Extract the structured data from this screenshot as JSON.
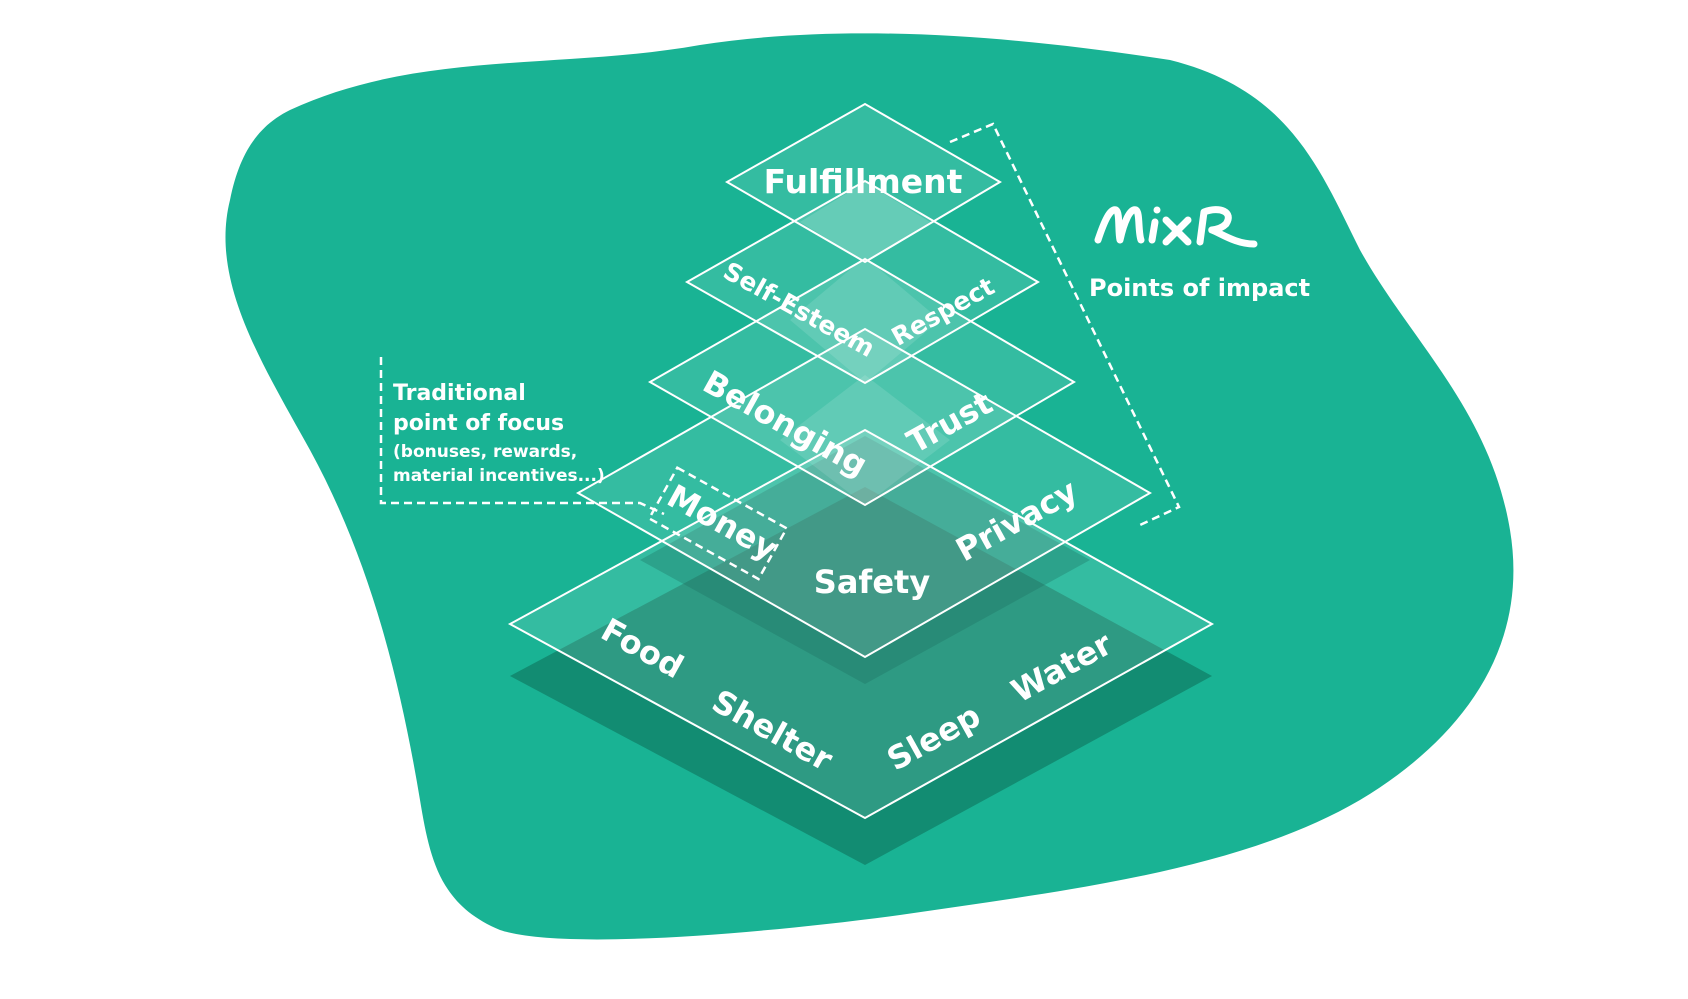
{
  "colors": {
    "blob": "#19b394",
    "white": "#ffffff",
    "shadow": "#128c72",
    "dark_core": "#2f9e86"
  },
  "pyramid": {
    "fulfillment": {
      "label": "Fulfillment"
    },
    "esteem": {
      "left": "Self-Esteem",
      "right": "Respect"
    },
    "belonging": {
      "left": "Belonging",
      "right": "Trust"
    },
    "safety": {
      "left": "Money",
      "center": "Safety",
      "right": "Privacy"
    },
    "physiological": {
      "food": "Food",
      "shelter": "Shelter",
      "sleep": "Sleep",
      "water": "Water"
    }
  },
  "annotations": {
    "traditional": {
      "line1": "Traditional",
      "line2": "point of focus",
      "line3": "(bonuses, rewards,",
      "line4": "material incentives...)"
    },
    "brand": {
      "logo_text": "Mixr",
      "caption": "Points of impact"
    }
  }
}
